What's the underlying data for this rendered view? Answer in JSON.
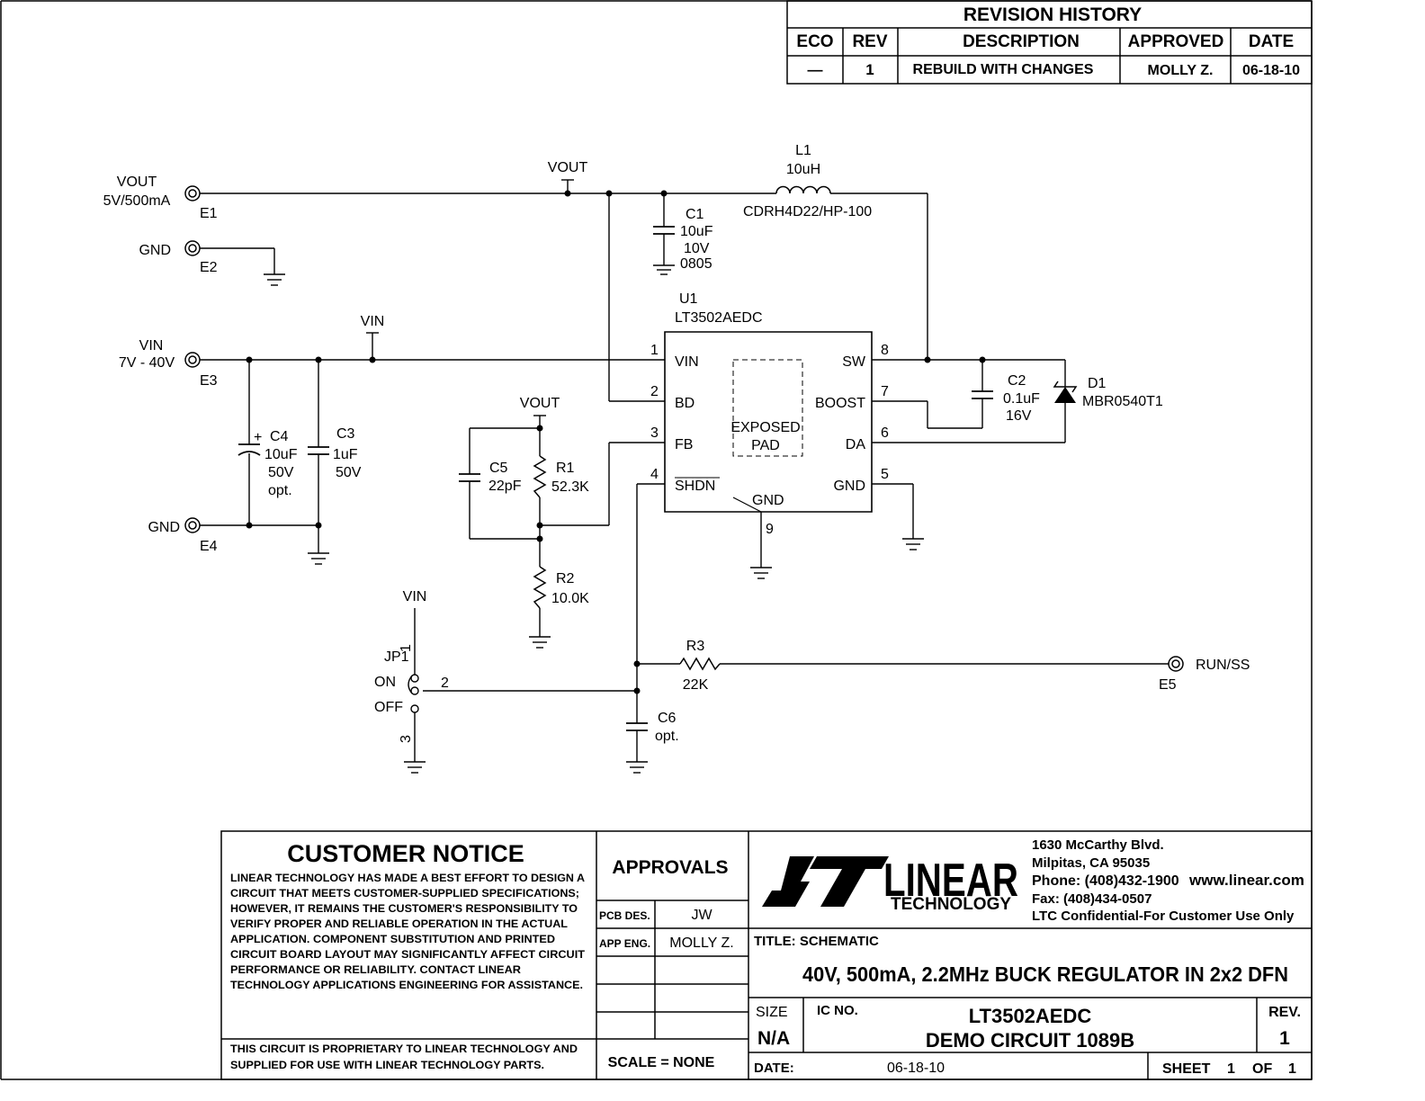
{
  "revision": {
    "title": "REVISION HISTORY",
    "headers": [
      "ECO",
      "REV",
      "DESCRIPTION",
      "APPROVED",
      "DATE"
    ],
    "row": [
      "—",
      "1",
      "REBUILD WITH CHANGES",
      "MOLLY Z.",
      "06-18-10"
    ]
  },
  "schematic": {
    "e1": {
      "label1": "VOUT",
      "label2": "5V/500mA",
      "id": "E1"
    },
    "e2": {
      "label": "GND",
      "id": "E2"
    },
    "e3": {
      "label1": "VIN",
      "label2": "7V - 40V",
      "id": "E3"
    },
    "e4": {
      "label": "GND",
      "id": "E4"
    },
    "e5": {
      "label": "RUN/SS",
      "id": "E5"
    },
    "nets": {
      "vout": "VOUT",
      "vin": "VIN"
    },
    "l1": {
      "ref": "L1",
      "value": "10uH",
      "part": "CDRH4D22/HP-100"
    },
    "c1": {
      "ref": "C1",
      "v1": "10uF",
      "v2": "10V",
      "v3": "0805"
    },
    "c2": {
      "ref": "C2",
      "v1": "0.1uF",
      "v2": "16V"
    },
    "c3": {
      "ref": "C3",
      "v1": "1uF",
      "v2": "50V"
    },
    "c4": {
      "ref": "C4",
      "v1": "10uF",
      "v2": "50V",
      "v3": "opt.",
      "plus": "+"
    },
    "c5": {
      "ref": "C5",
      "v1": "22pF"
    },
    "c6": {
      "ref": "C6",
      "v1": "opt."
    },
    "r1": {
      "ref": "R1",
      "v1": "52.3K"
    },
    "r2": {
      "ref": "R2",
      "v1": "10.0K"
    },
    "r3": {
      "ref": "R3",
      "v1": "22K"
    },
    "d1": {
      "ref": "D1",
      "v1": "MBR0540T1"
    },
    "jp1": {
      "ref": "JP1",
      "on": "ON",
      "off": "OFF",
      "p1": "1",
      "p2": "2",
      "p3": "3"
    },
    "u1": {
      "ref": "U1",
      "part": "LT3502AEDC",
      "pins": {
        "vin": "VIN",
        "bd": "BD",
        "fb": "FB",
        "shdn": "SHDN",
        "sw": "SW",
        "boost": "BOOST",
        "da": "DA",
        "gnd": "GND",
        "gnd_pad": "GND"
      },
      "nums": {
        "p1": "1",
        "p2": "2",
        "p3": "3",
        "p4": "4",
        "p5": "5",
        "p6": "6",
        "p7": "7",
        "p8": "8",
        "p9": "9"
      },
      "pad1": "EXPOSED",
      "pad2": "PAD"
    }
  },
  "notice": {
    "title": "CUSTOMER NOTICE",
    "lines": [
      "LINEAR TECHNOLOGY HAS MADE A BEST EFFORT TO DESIGN A",
      "CIRCUIT THAT MEETS CUSTOMER-SUPPLIED SPECIFICATIONS;",
      "HOWEVER, IT REMAINS THE CUSTOMER'S RESPONSIBILITY TO",
      "VERIFY PROPER AND RELIABLE OPERATION IN THE ACTUAL",
      "APPLICATION.  COMPONENT SUBSTITUTION AND PRINTED",
      "CIRCUIT BOARD LAYOUT MAY SIGNIFICANTLY AFFECT CIRCUIT",
      "PERFORMANCE OR RELIABILITY.  CONTACT LINEAR",
      "TECHNOLOGY APPLICATIONS ENGINEERING FOR ASSISTANCE."
    ],
    "prop1": "THIS CIRCUIT IS PROPRIETARY TO LINEAR TECHNOLOGY AND",
    "prop2": "SUPPLIED FOR USE WITH LINEAR TECHNOLOGY PARTS."
  },
  "approvals": {
    "title": "APPROVALS",
    "pcb_label": "PCB DES.",
    "pcb_value": "JW",
    "app_label": "APP ENG.",
    "app_value": "MOLLY Z.",
    "scale": "SCALE = NONE"
  },
  "company": {
    "logo_word": "LINEAR",
    "logo_sub": "TECHNOLOGY",
    "addr1": "1630 McCarthy Blvd.",
    "addr2": "Milpitas, CA 95035",
    "phone": "Phone: (408)432-1900",
    "web": "www.linear.com",
    "fax": "Fax: (408)434-0507",
    "conf": "LTC Confidential-For Customer Use Only"
  },
  "titleblock": {
    "title_label": "TITLE:  SCHEMATIC",
    "title": "40V, 500mA, 2.2MHz BUCK REGULATOR IN 2x2 DFN",
    "size_label": "SIZE",
    "size": "N/A",
    "icno_label": "IC NO.",
    "ic1": "LT3502AEDC",
    "ic2": "DEMO CIRCUIT 1089B",
    "rev_label": "REV.",
    "rev": "1",
    "date_label": "DATE:",
    "date": "06-18-10",
    "sheet_label": "SHEET",
    "sheet": "1",
    "of_label": "OF",
    "of": "1"
  }
}
